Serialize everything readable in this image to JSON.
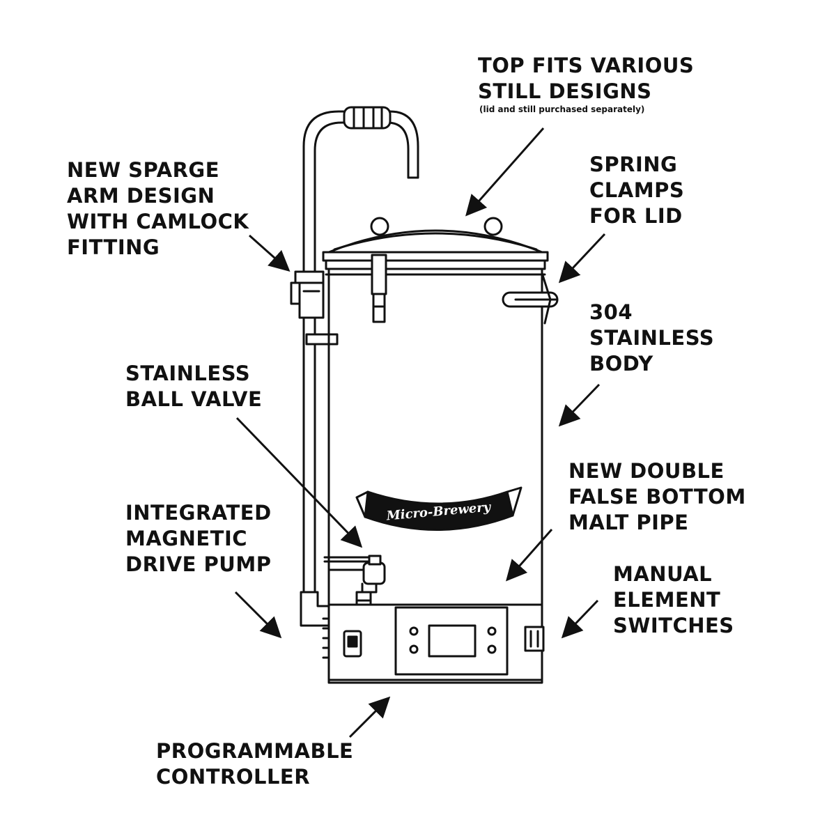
{
  "labels": {
    "top_fits": [
      "TOP FITS VARIOUS",
      "STILL DESIGNS"
    ],
    "top_fits_note": "(lid and still purchased separately)",
    "sparge": [
      "NEW SPARGE",
      "ARM DESIGN",
      "WITH CAMLOCK",
      "FITTING"
    ],
    "spring": [
      "SPRING",
      "CLAMPS",
      "FOR LID"
    ],
    "stainless_body": [
      "304",
      "STAINLESS",
      "BODY"
    ],
    "ball_valve": [
      "STAINLESS",
      "BALL VALVE"
    ],
    "false_bottom": [
      "NEW DOUBLE",
      "FALSE BOTTOM",
      "MALT PIPE"
    ],
    "pump": [
      "INTEGRATED",
      "MAGNETIC",
      "DRIVE PUMP"
    ],
    "switches": [
      "MANUAL",
      "ELEMENT",
      "SWITCHES"
    ],
    "controller": [
      "PROGRAMMABLE",
      "CONTROLLER"
    ]
  },
  "logo_text": "Micro-Brewery",
  "colors": {
    "ink": "#111111",
    "background": "#ffffff"
  }
}
